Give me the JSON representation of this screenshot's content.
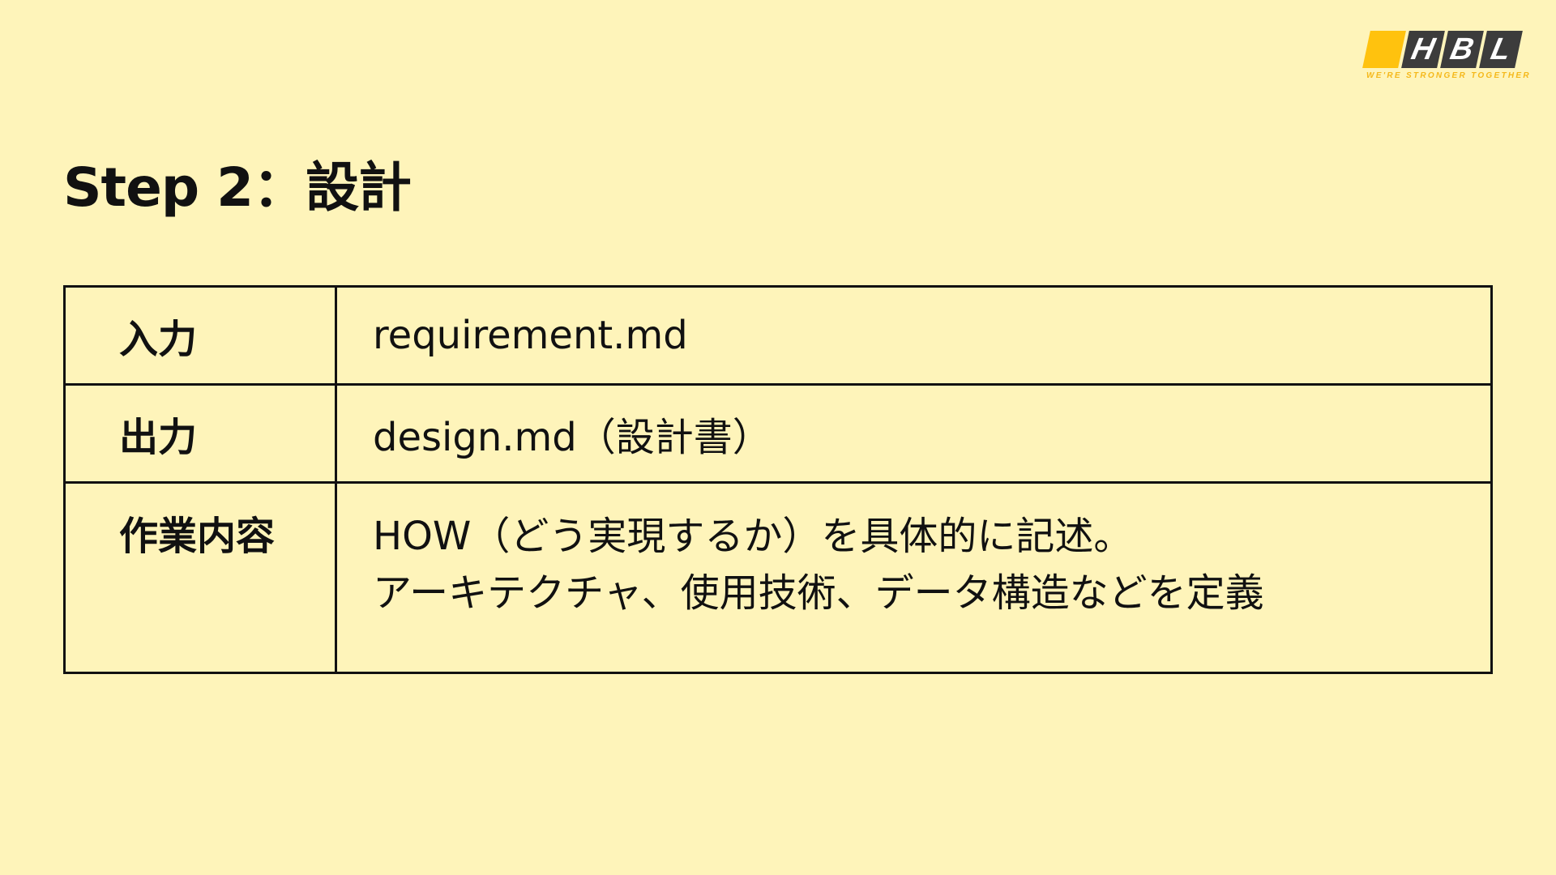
{
  "logo": {
    "letters": [
      "H",
      "B",
      "L"
    ],
    "tagline": "WE'RE STRONGER TOGETHER",
    "colors": {
      "accent": "#FFC20E",
      "block": "#3C3C3C"
    }
  },
  "slide": {
    "title": "Step 2：設計",
    "background": "#FEF4BA"
  },
  "table": {
    "rows": [
      {
        "label": "入力",
        "value_lines": [
          "requirement.md"
        ]
      },
      {
        "label": "出力",
        "value_lines": [
          "design.md（設計書）"
        ]
      },
      {
        "label": "作業内容",
        "value_lines": [
          "HOW（どう実現するか）を具体的に記述。",
          "アーキテクチャ、使用技術、データ構造などを定義"
        ]
      }
    ]
  }
}
